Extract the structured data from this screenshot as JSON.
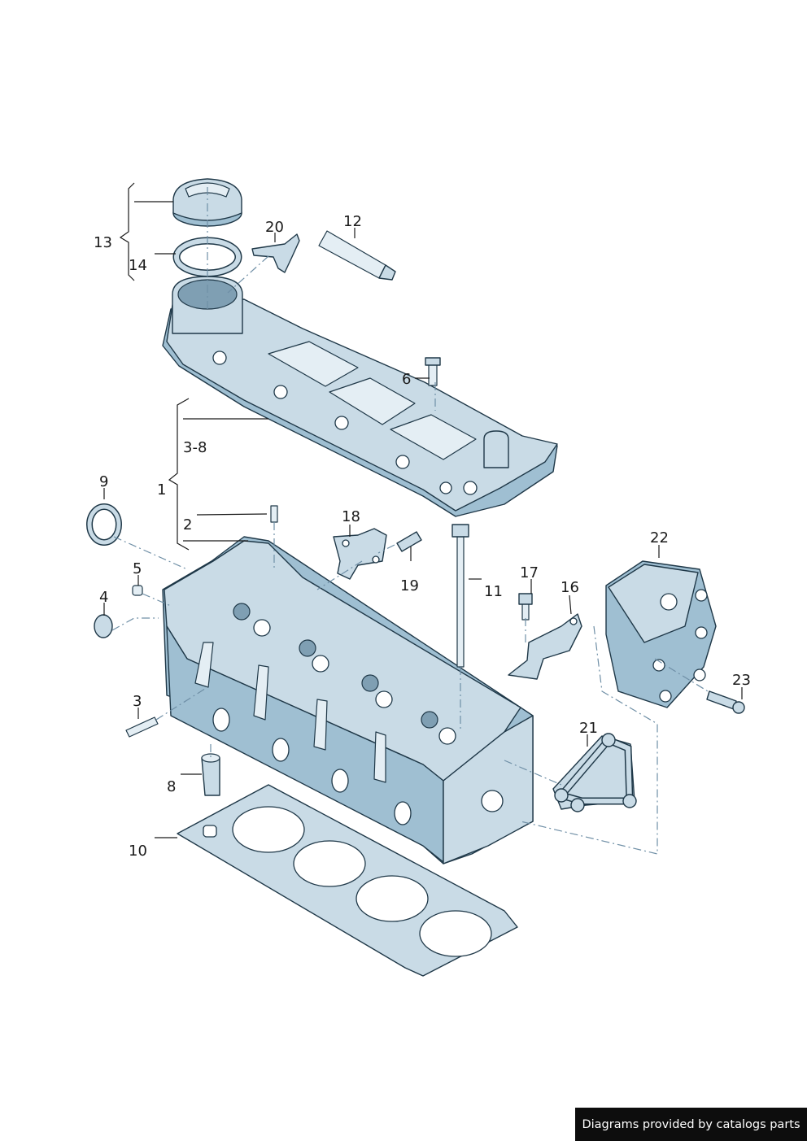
{
  "callouts": {
    "c1": "1",
    "c2": "2",
    "c3": "3",
    "c3_8": "3-8",
    "c4": "4",
    "c5": "5",
    "c6": "6",
    "c8": "8",
    "c9": "9",
    "c10": "10",
    "c11": "11",
    "c12": "12",
    "c13": "13",
    "c14": "14",
    "c16": "16",
    "c17": "17",
    "c18": "18",
    "c19": "19",
    "c20": "20",
    "c21": "21",
    "c22": "22",
    "c23": "23"
  },
  "footer": {
    "credit": "Diagrams provided by catalogs parts"
  },
  "colors": {
    "part_fill": "#c9dbe6",
    "part_shade": "#9fbfd2",
    "outline": "#1f3848",
    "footer_bg": "#0d0d0d"
  }
}
